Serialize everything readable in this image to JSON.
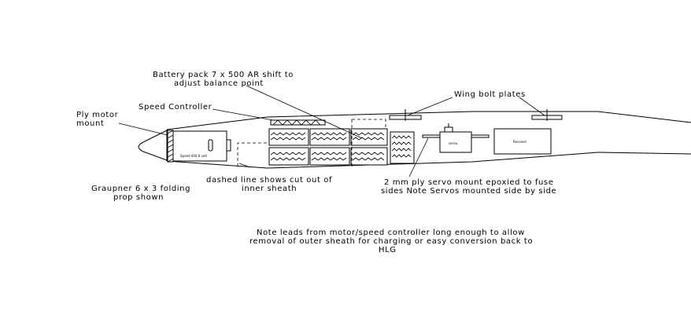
{
  "labels": {
    "battery_line1": "Battery pack 7 x 500 AR shift to",
    "battery_line2": "adjust balance point",
    "speed_controller": "Speed Controller",
    "wing_bolt_plates": "Wing bolt plates",
    "ply_motor_line1": "Ply motor",
    "ply_motor_line2": "mount",
    "dashed_line1": "dashed line shows cut out of",
    "dashed_line2": "inner sheath",
    "servo_line1": "2 mm ply servo mount epoxied to fuse",
    "servo_line2": "sides Note Servos mounted side by side",
    "graupner_line1": "Graupner 6 x 3 folding",
    "graupner_line2": "prop   shown",
    "note_line1": "Note leads from motor/speed controller long enough to allow",
    "note_line2": "removal of outer sheath for charging or easy conversion back to",
    "note_line3": "HLG",
    "motor_text": "Speed 400 6 volt",
    "servo_text": "servo",
    "receiver_text": "Receiver"
  }
}
